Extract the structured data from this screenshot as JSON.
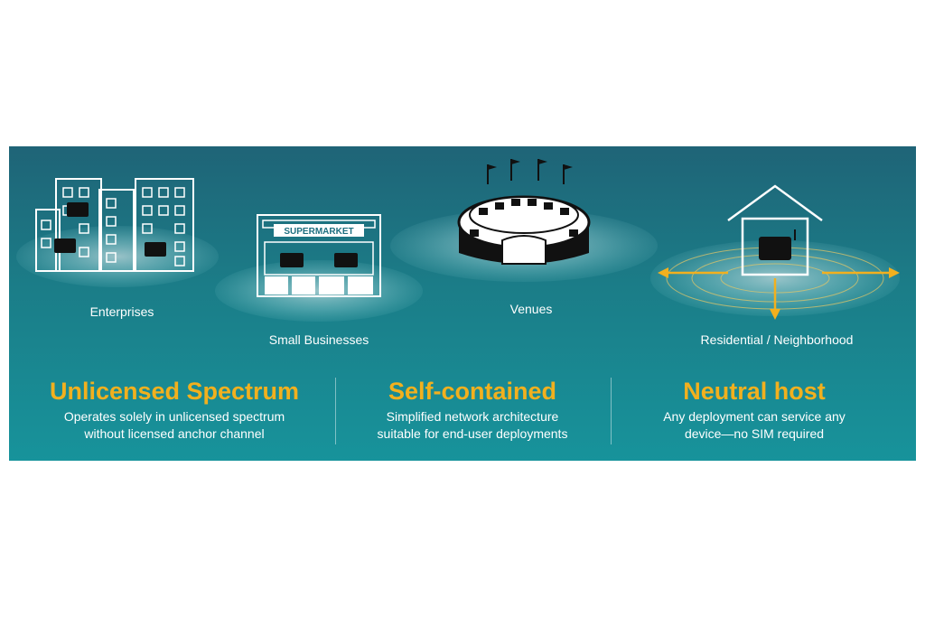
{
  "colors": {
    "banner_top": "#1f6477",
    "banner_bottom": "#17939b",
    "accent": "#f2b01e",
    "device": "#111111"
  },
  "scenes": [
    {
      "id": "enterprises",
      "label": "Enterprises",
      "icon": "office-buildings-icon"
    },
    {
      "id": "small-businesses",
      "label": "Small Businesses",
      "icon": "supermarket-icon",
      "sign": "SUPERMARKET"
    },
    {
      "id": "venues",
      "label": "Venues",
      "icon": "stadium-icon"
    },
    {
      "id": "residential",
      "label": "Residential / Neighborhood",
      "icon": "house-icon"
    }
  ],
  "features": [
    {
      "title": "Unlicensed Spectrum",
      "line1": "Operates solely in unlicensed spectrum",
      "line2": "without licensed anchor channel"
    },
    {
      "title": "Self-contained",
      "line1": "Simplified network architecture",
      "line2": "suitable for end-user deployments"
    },
    {
      "title": "Neutral host",
      "line1": "Any deployment can service any",
      "line2": "device—no SIM required"
    }
  ]
}
